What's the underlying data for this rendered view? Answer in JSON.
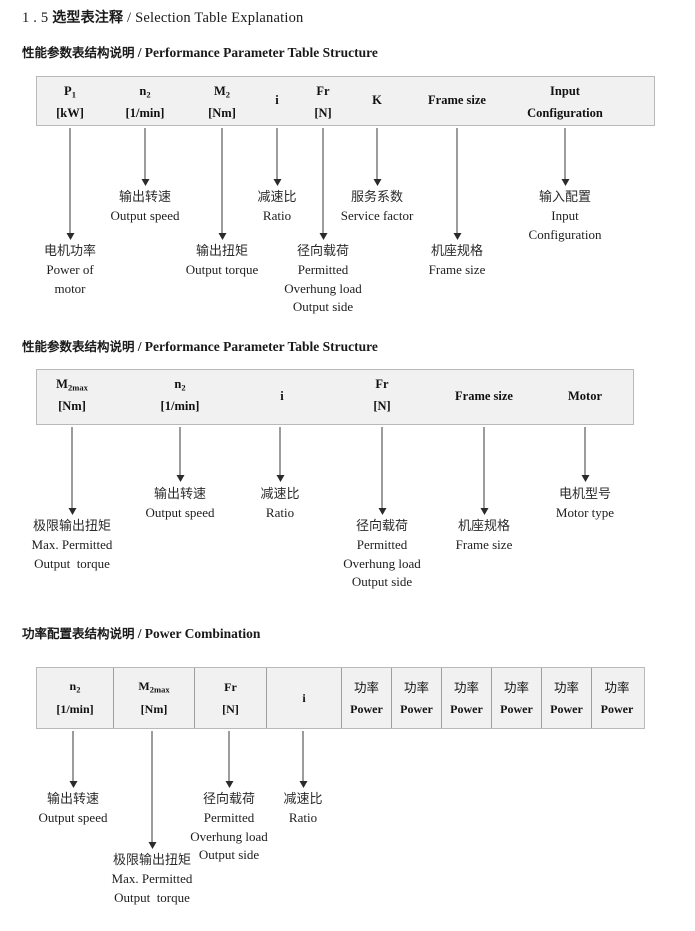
{
  "document": {
    "section_number": "1 . 5",
    "title_cn": "选型表注释",
    "title_sep": "/",
    "title_en": "Selection Table Explanation"
  },
  "colors": {
    "table_fill": "#f1f1f1",
    "table_border": "#b9b9b9",
    "divider": "#9e9e9e",
    "arrow": "#2b2b2b",
    "text": "#1a1a1a"
  },
  "sections": [
    {
      "heading_cn": "性能参数表结构说明",
      "heading_sep": "/",
      "heading_en": "Performance Parameter Table Structure",
      "table": {
        "has_dividers": false,
        "columns": [
          {
            "name": "power",
            "line1": "P",
            "sub1": "1",
            "line2": "[kW]"
          },
          {
            "name": "output-speed",
            "line1": "n",
            "sub1": "2",
            "line2": "[1/min]"
          },
          {
            "name": "output-torque",
            "line1": "M",
            "sub1": "2",
            "line2": "[Nm]"
          },
          {
            "name": "ratio",
            "line1": "i",
            "sub1": "",
            "line2": ""
          },
          {
            "name": "overhung-load",
            "line1": "Fr",
            "sub1": "",
            "line2": "[N]"
          },
          {
            "name": "service-factor",
            "line1": "K",
            "sub1": "",
            "line2": ""
          },
          {
            "name": "frame-size",
            "line1": "Frame size",
            "sub1": "",
            "line2": ""
          },
          {
            "name": "input-configuration",
            "line1": "Input",
            "sub1": "",
            "line2": "Configuration"
          }
        ]
      },
      "notes": [
        {
          "name": "power-of-motor",
          "cn": "电机功率",
          "en": [
            "Power of",
            "motor"
          ]
        },
        {
          "name": "output-speed",
          "cn": "输出转速",
          "en": [
            "Output speed"
          ]
        },
        {
          "name": "output-torque",
          "cn": "输出扭矩",
          "en": [
            "Output torque"
          ]
        },
        {
          "name": "ratio",
          "cn": "减速比",
          "en": [
            "Ratio"
          ]
        },
        {
          "name": "overhung-load",
          "cn": "径向载荷",
          "en": [
            "Permitted",
            "Overhung load",
            "Output side"
          ]
        },
        {
          "name": "service-factor",
          "cn": "服务系数",
          "en": [
            "Service factor"
          ]
        },
        {
          "name": "frame-size",
          "cn": "机座规格",
          "en": [
            "Frame size"
          ]
        },
        {
          "name": "input-configuration",
          "cn": "输入配置",
          "en": [
            "Input",
            "Configuration"
          ]
        }
      ]
    },
    {
      "heading_cn": "性能参数表结构说明",
      "heading_sep": "/",
      "heading_en": "Performance Parameter Table Structure",
      "table": {
        "has_dividers": false,
        "columns": [
          {
            "name": "max-output-torque",
            "line1": "M",
            "sub1": "2max",
            "line2": "[Nm]"
          },
          {
            "name": "output-speed",
            "line1": "n",
            "sub1": "2",
            "line2": "[1/min]"
          },
          {
            "name": "ratio",
            "line1": "i",
            "sub1": "",
            "line2": ""
          },
          {
            "name": "overhung-load",
            "line1": "Fr",
            "sub1": "",
            "line2": "[N]"
          },
          {
            "name": "frame-size",
            "line1": "Frame size",
            "sub1": "",
            "line2": ""
          },
          {
            "name": "motor",
            "line1": "Motor",
            "sub1": "",
            "line2": ""
          }
        ]
      },
      "notes": [
        {
          "name": "max-output-torque",
          "cn": "极限输出扭矩",
          "en": [
            "Max. Permitted",
            "Output  torque"
          ]
        },
        {
          "name": "output-speed",
          "cn": "输出转速",
          "en": [
            "Output speed"
          ]
        },
        {
          "name": "ratio",
          "cn": "减速比",
          "en": [
            "Ratio"
          ]
        },
        {
          "name": "overhung-load",
          "cn": "径向载荷",
          "en": [
            "Permitted",
            "Overhung load",
            "Output side"
          ]
        },
        {
          "name": "frame-size",
          "cn": "机座规格",
          "en": [
            "Frame size"
          ]
        },
        {
          "name": "motor-type",
          "cn": "电机型号",
          "en": [
            "Motor type"
          ]
        }
      ]
    },
    {
      "heading_cn": "功率配置表结构说明",
      "heading_sep": "/",
      "heading_en": "Power Combination",
      "table": {
        "has_dividers": true,
        "columns": [
          {
            "name": "output-speed",
            "line1": "n",
            "sub1": "2",
            "line2": "[1/min]"
          },
          {
            "name": "max-output-torque",
            "line1": "M",
            "sub1": "2max",
            "line2": "[Nm]"
          },
          {
            "name": "overhung-load",
            "line1": "Fr",
            "sub1": "",
            "line2": "[N]"
          },
          {
            "name": "ratio",
            "line1": "i",
            "sub1": "",
            "line2": ""
          },
          {
            "name": "power-1",
            "line1": "功率",
            "sub1": "",
            "line2": "Power",
            "cn_first": true
          },
          {
            "name": "power-2",
            "line1": "功率",
            "sub1": "",
            "line2": "Power",
            "cn_first": true
          },
          {
            "name": "power-3",
            "line1": "功率",
            "sub1": "",
            "line2": "Power",
            "cn_first": true
          },
          {
            "name": "power-4",
            "line1": "功率",
            "sub1": "",
            "line2": "Power",
            "cn_first": true
          },
          {
            "name": "power-5",
            "line1": "功率",
            "sub1": "",
            "line2": "Power",
            "cn_first": true
          },
          {
            "name": "power-6",
            "line1": "功率",
            "sub1": "",
            "line2": "Power",
            "cn_first": true
          }
        ]
      },
      "notes": [
        {
          "name": "output-speed",
          "cn": "输出转速",
          "en": [
            "Output speed"
          ]
        },
        {
          "name": "max-output-torque",
          "cn": "极限输出扭矩",
          "en": [
            "Max. Permitted",
            "Output  torque"
          ]
        },
        {
          "name": "overhung-load",
          "cn": "径向载荷",
          "en": [
            "Permitted",
            "Overhung load",
            "Output side"
          ]
        },
        {
          "name": "ratio",
          "cn": "减速比",
          "en": [
            "Ratio"
          ]
        }
      ]
    }
  ]
}
